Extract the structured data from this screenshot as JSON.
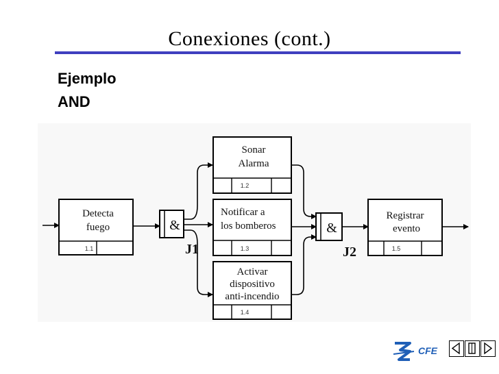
{
  "slide": {
    "title": "Conexiones (cont.)",
    "subtitle_line1": "Ejemplo",
    "subtitle_line2": "AND"
  },
  "diagram": {
    "blocks": [
      {
        "id": "1.1",
        "lines": [
          "Detecta",
          "fuego"
        ]
      },
      {
        "id": "1.2",
        "lines": [
          "Sonar",
          "Alarma"
        ]
      },
      {
        "id": "1.3",
        "lines": [
          "Notificar a",
          "los bomberos"
        ]
      },
      {
        "id": "1.4",
        "lines": [
          "Activar",
          "dispositivo",
          "anti-incendio"
        ]
      },
      {
        "id": "1.5",
        "lines": [
          "Registrar",
          "evento"
        ]
      }
    ],
    "junctions": [
      {
        "label": "J1",
        "symbol": "&"
      },
      {
        "label": "J2",
        "symbol": "&"
      }
    ]
  },
  "footer": {
    "logo_text": "CFE",
    "logo_icon": "cfe-logo-icon",
    "nav_icons": [
      "nav-prev-icon",
      "nav-home-icon",
      "nav-next-icon"
    ]
  },
  "colors": {
    "title_rule": "#3f3fbf",
    "logo": "#1f5fb7"
  }
}
